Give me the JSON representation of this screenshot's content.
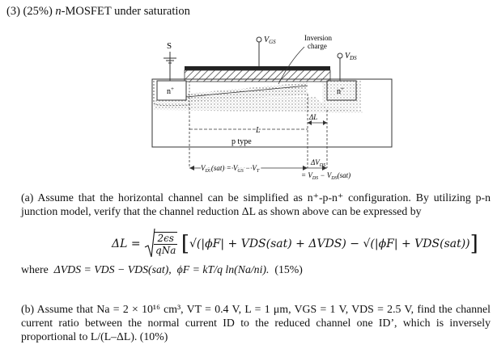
{
  "problem": {
    "heading_number": "(3)",
    "heading_weight": "(25%)",
    "heading_n": "n",
    "heading_rest": "-MOSFET under saturation"
  },
  "diagram": {
    "label_s": "S",
    "label_vgs": "V",
    "label_vgs_sub": "GS",
    "label_inversion_1": "Inversion",
    "label_inversion_2": "charge",
    "label_vds": "V",
    "label_vds_sub": "DS",
    "label_n_left": "n",
    "label_n_right": "n",
    "label_plus": "+",
    "label_L": "L",
    "label_dL": "ΔL",
    "label_ptype": "p type",
    "label_vdssat": "V",
    "label_vdssat_sub": "DS",
    "label_vdssat_rest": "(sat) = V",
    "label_vdssat_gs": "GS",
    "label_vdssat_minus": " − V",
    "label_vdssat_t": "T",
    "label_dvds": "ΔV",
    "label_dvds_sub": "DS",
    "label_dvds_eq": "= V",
    "label_dvds_eq_sub": "DS",
    "label_dvds_eq_rest": " − V",
    "label_dvds_eq_sub2": "DS",
    "label_dvds_eq_sat": "(sat)"
  },
  "part_a": {
    "line1": "(a) Assume that the horizontal channel can be simplified as n⁺-p-n⁺ configuration. By utilizing p-n",
    "line2": "junction model, verify that the channel reduction ΔL as shown above can be expressed by"
  },
  "equation": {
    "lhs": "ΔL =",
    "frac_num": "2ϵs",
    "frac_den": "qNa",
    "bracket_content": "√(|ϕF| + VDS(sat) + ΔVDS) − √(|ϕF| + VDS(sat))"
  },
  "where_line": {
    "where": "where",
    "def1": "ΔVDS = VDS − VDS(sat),",
    "def2": "ϕF = kT/q ln(Na/ni).",
    "weight": "(15%)"
  },
  "part_b": {
    "line1": "(b) Assume that Na = 2 × 10¹⁶ cm³, VT = 0.4 V, L = 1 μm, VGS = 1 V, VDS = 2.5 V, find the channel",
    "line2": "current ratio between the normal current ID to the reduced channel one ID’, which is inversely",
    "line3": "proportional to L/(L–ΔL). (10%)"
  }
}
